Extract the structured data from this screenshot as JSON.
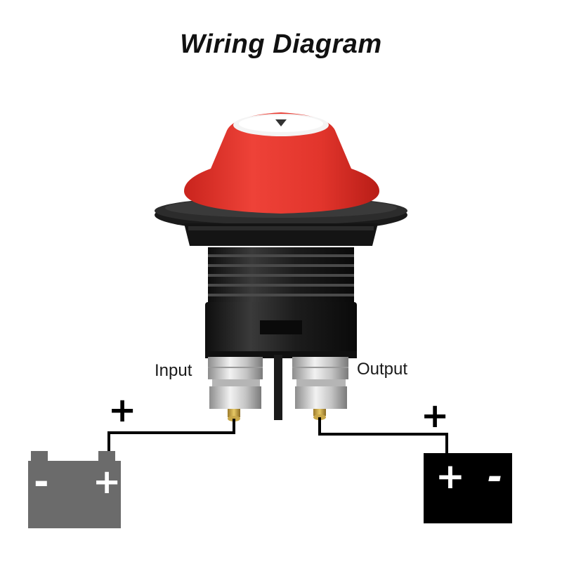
{
  "title": "Wiring Diagram",
  "labels": {
    "input": "Input",
    "output": "Output",
    "input_plus": "+",
    "output_plus": "+"
  },
  "batteries": {
    "left": {
      "neg": "-",
      "pos": "+",
      "color": "#6b6b6b"
    },
    "right": {
      "pos": "+",
      "neg": "-",
      "color": "#000000"
    }
  },
  "switch": {
    "knob_color": "#e0332b",
    "base_color": "#1f1f1f"
  },
  "wire_color": "#000000"
}
